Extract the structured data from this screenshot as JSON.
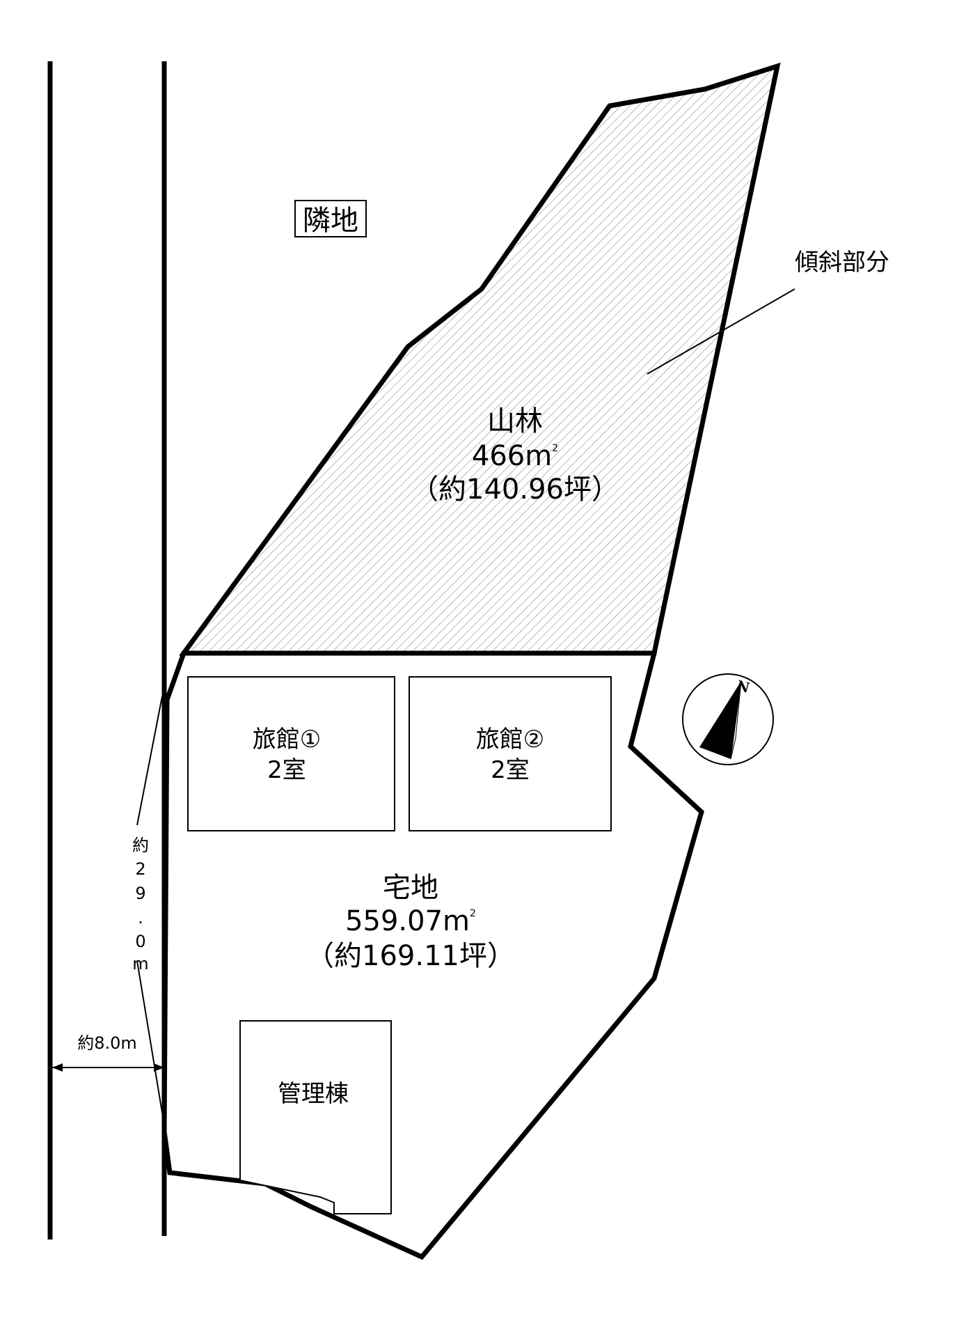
{
  "neighbor_label": "隣地",
  "slope_label": "傾斜部分",
  "forest": {
    "name": "山林",
    "area": "466m",
    "area_sup": "2",
    "tsubo": "（約140.96坪）"
  },
  "residential": {
    "name": "宅地",
    "area": "559.07m",
    "area_sup": "2",
    "tsubo": "（約169.11坪）"
  },
  "buildings": {
    "inn1_name": "旅館①",
    "inn1_rooms": "2室",
    "inn2_name": "旅館②",
    "inn2_rooms": "2室",
    "office": "管理棟"
  },
  "dimensions": {
    "frontage_chars": [
      "約",
      "2",
      "9",
      ".",
      "0",
      "m"
    ],
    "road_width": "約8.0m"
  },
  "compass_label": "N",
  "colors": {
    "line": "#000000",
    "hatch": "#9a9a9a",
    "background": "#ffffff"
  }
}
